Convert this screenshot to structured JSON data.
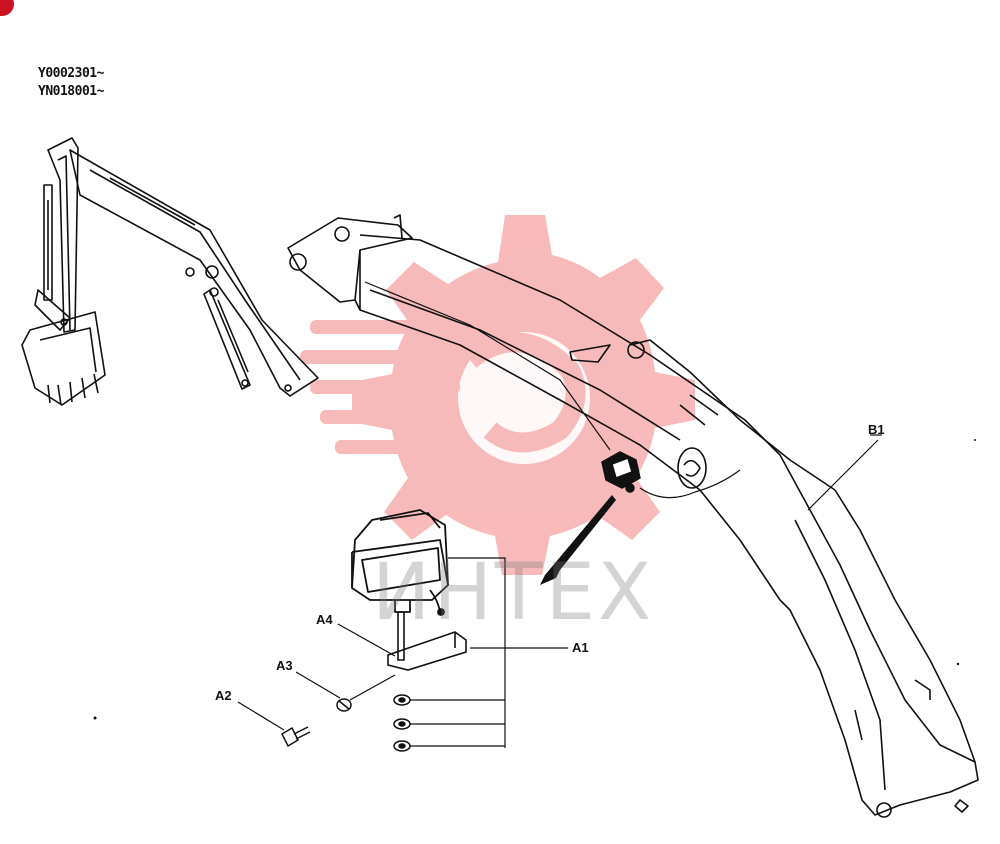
{
  "serials": [
    "Y0002301~",
    "YN018001~"
  ],
  "callouts": {
    "a1": "A1",
    "a2": "A2",
    "a3": "A3",
    "a4": "A4",
    "b1": "B1"
  },
  "watermark": {
    "text": "ИНТЕХ",
    "gear_color": "#f5a3a3"
  },
  "corner_badge_color": "#cc1122"
}
